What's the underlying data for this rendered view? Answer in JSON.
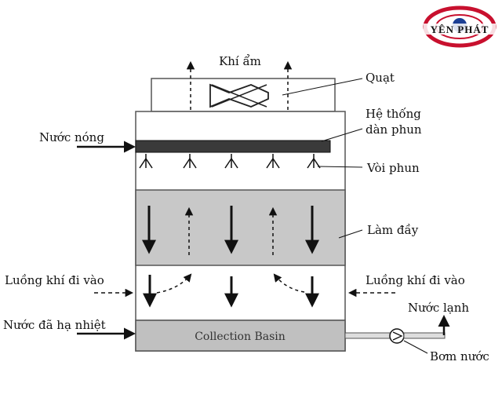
{
  "labels": {
    "moist_air": "Khí ẩm",
    "fan": "Quạt",
    "spray_system_line1": "Hệ thống",
    "spray_system_line2": "dàn phun",
    "hot_water": "Nước nóng",
    "nozzle": "Vòi phun",
    "fill": "Làm đầy",
    "air_in_left": "Luồng khí đi vào",
    "air_in_right": "Luồng khí đi vào",
    "cooled_water_in": "Nước đã hạ nhiệt",
    "cold_water": "Nước lạnh",
    "basin": "Collection Basin",
    "pump": "Bơm nước"
  },
  "logo": {
    "text": "YÊN PHÁT",
    "colors": {
      "ring": "#c8102e",
      "text": "#1c3f94",
      "eye": "#1c3f94"
    }
  },
  "colors": {
    "outline": "#555555",
    "fill_zone": "#c8c8c8",
    "basin": "#c0c0c0",
    "spray_bar": "#3a3a3a",
    "arrow": "#111111"
  }
}
